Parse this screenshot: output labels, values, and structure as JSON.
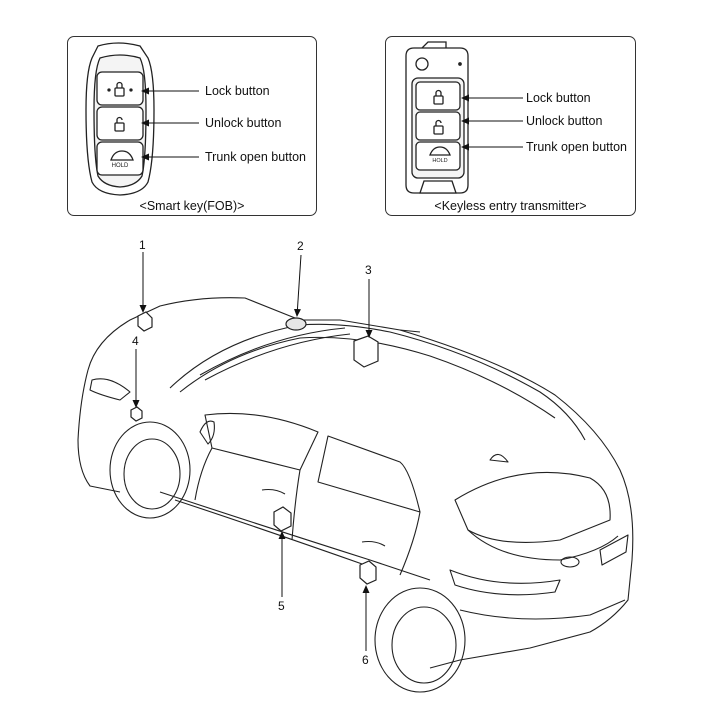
{
  "smart_key": {
    "caption": "<Smart key(FOB)>",
    "lock_label": "Lock button",
    "unlock_label": "Unlock button",
    "trunk_label": "Trunk open button",
    "hold_text": "HOLD"
  },
  "keyless_transmitter": {
    "caption": "<Keyless entry transmitter>",
    "lock_label": "Lock button",
    "unlock_label": "Unlock button",
    "trunk_label": "Trunk open button",
    "hold_text": "HOLD"
  },
  "callouts": [
    "1",
    "2",
    "3",
    "4",
    "5",
    "6"
  ],
  "colors": {
    "line": "#222222",
    "fill": "#ffffff",
    "shade": "#e6e6e6"
  }
}
